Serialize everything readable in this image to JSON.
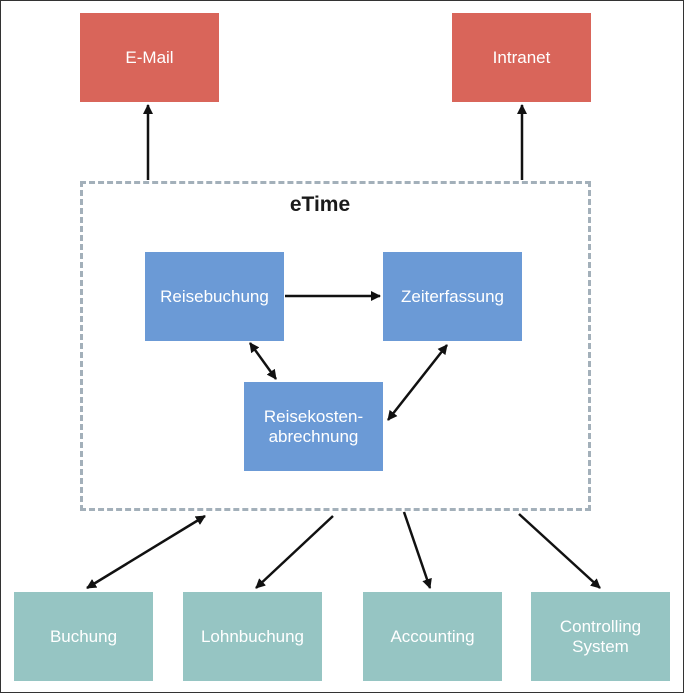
{
  "diagram": {
    "container_label": "eTime",
    "external_top": [
      {
        "id": "email",
        "label": "E-Mail"
      },
      {
        "id": "intranet",
        "label": "Intranet"
      }
    ],
    "internal": [
      {
        "id": "reisebuchung",
        "label": "Reisebuchung"
      },
      {
        "id": "zeiterfassung",
        "label": "Zeiterfassung"
      },
      {
        "id": "reisekosten",
        "label": "Reisekosten-\nabrechnung"
      }
    ],
    "external_bottom": [
      {
        "id": "buchung",
        "label": "Buchung"
      },
      {
        "id": "lohnbuchung",
        "label": "Lohnbuchung"
      },
      {
        "id": "accounting",
        "label": "Accounting"
      },
      {
        "id": "controlling",
        "label": "Controlling\nSystem"
      }
    ]
  },
  "colors": {
    "external_top": "#d9655a",
    "internal": "#6b9ad6",
    "external_bottom": "#96c5c3",
    "container_border": "#a3b0ba",
    "arrow": "#111111"
  }
}
